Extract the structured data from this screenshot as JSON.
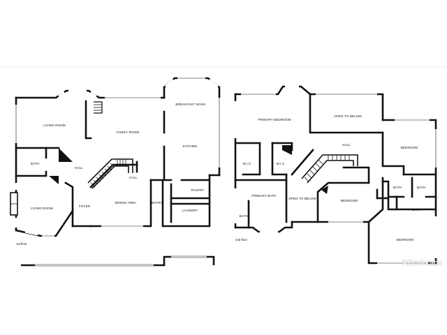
{
  "floor_labels": {
    "first": "1st floor",
    "second": "2nd floor"
  },
  "rooms_first": {
    "living_room_top": "LIVING ROOM",
    "family_room": "FAMILY ROOM",
    "breakfast_nook": "BREAKFAST NOOK",
    "kitchen": "KITCHEN",
    "bath": "BATH",
    "hall_left": "HALL",
    "hall_right": "HALL",
    "living_room_bottom": "LIVING ROOM",
    "foyer": "FOYER",
    "dining_area": "DINING AREA",
    "entry": "ENTRY",
    "pantry": "PANTRY",
    "laundry": "LAUNDRY"
  },
  "rooms_second": {
    "primary_bedroom": "PRIMARY BEDROOM",
    "open_to_below_top": "OPEN TO BELOW",
    "hall": "HALL",
    "bedroom_top": "BEDROOM",
    "wic_left": "W.I.C.",
    "wic_right": "W.I.C.",
    "primary_bath": "PRIMARY BATH",
    "open_to_below_mid": "OPEN TO BELOW",
    "bedroom_mid": "BEDROOM",
    "bath_a": "BATH",
    "bath_b": "BATH",
    "bath_c": "BATH",
    "bath_left": "BATH",
    "bedroom_bottom": "BEDROOM"
  },
  "watermark": "REcolorado",
  "colors": {
    "wall": "#111111",
    "window": "#ffffff",
    "background": "#ffffff"
  }
}
